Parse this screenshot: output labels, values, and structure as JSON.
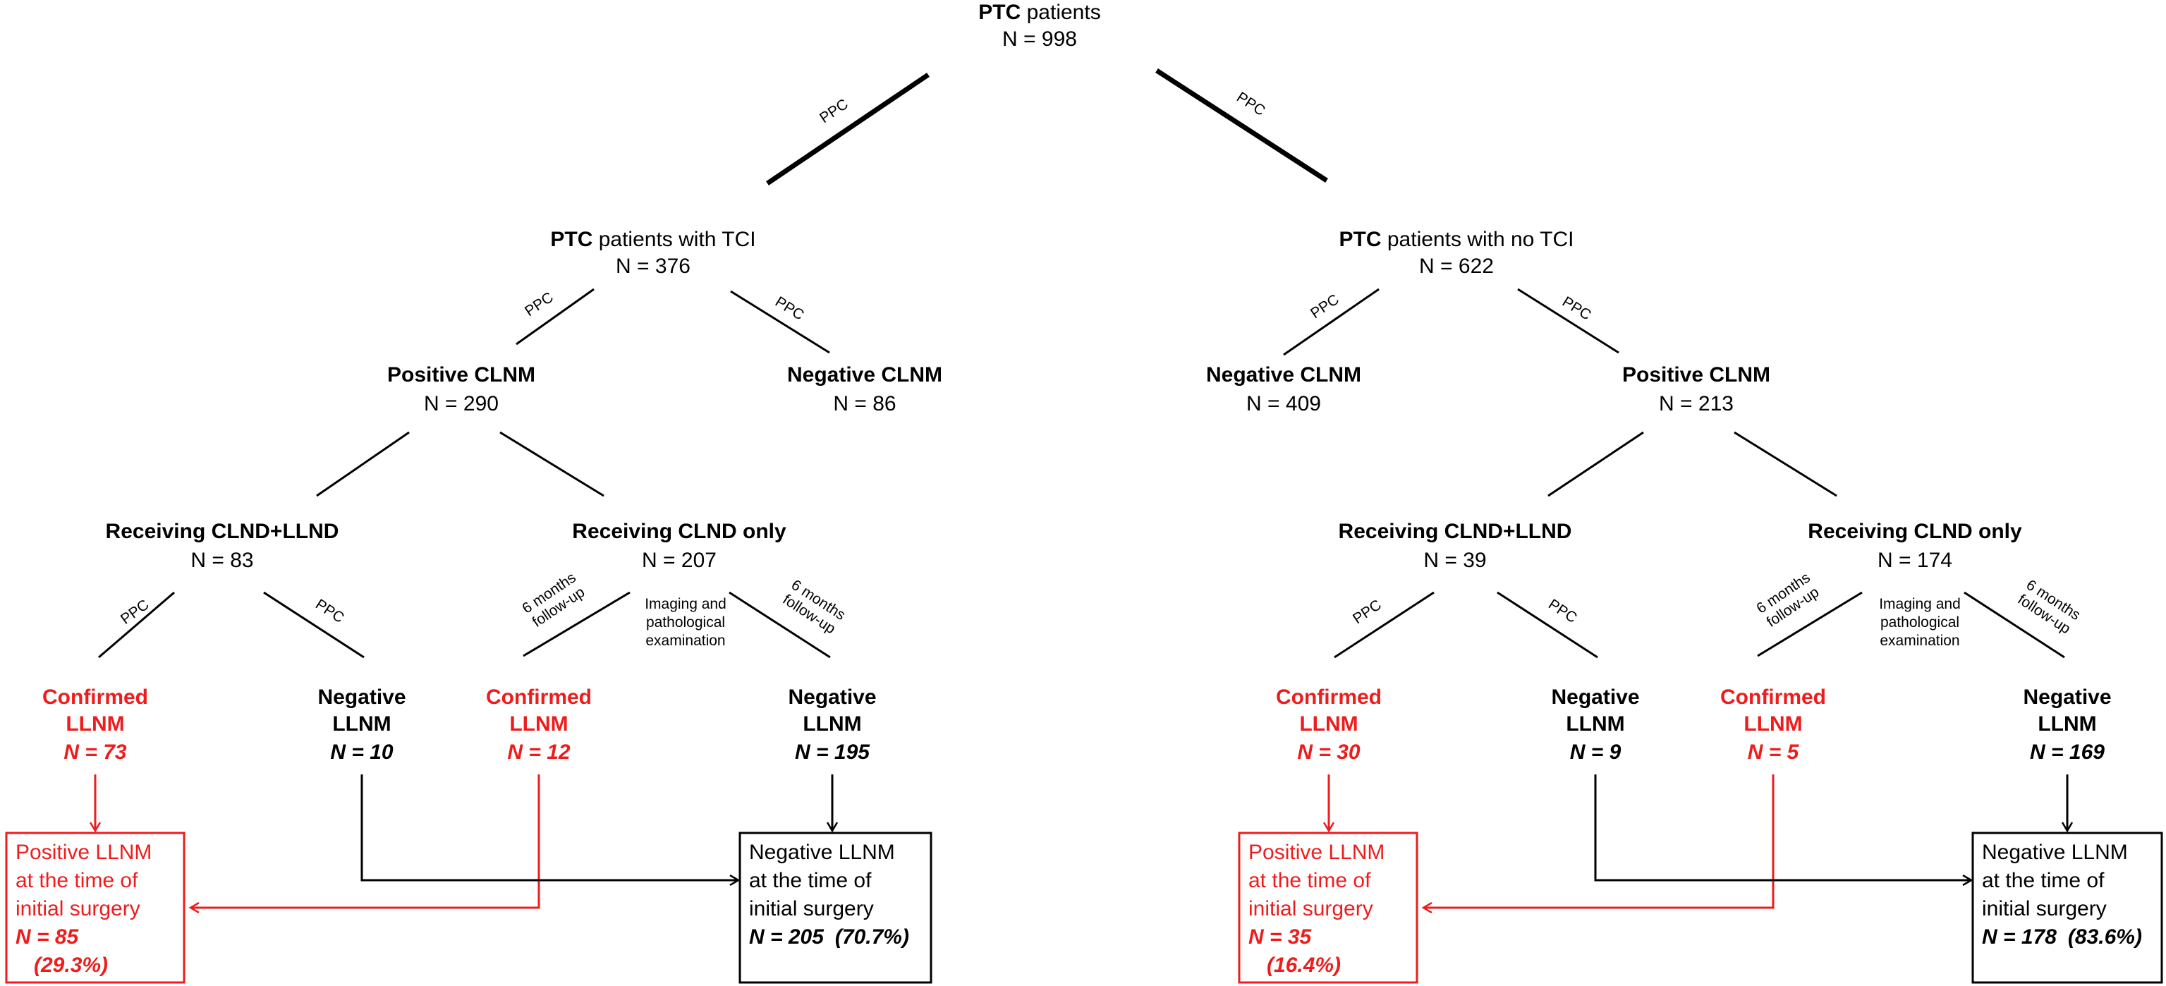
{
  "colors": {
    "confirmed": "#ee1c1c",
    "default": "#000000"
  },
  "root": {
    "bold": "PTC",
    "rest": " patients",
    "n": "N = 998"
  },
  "edge_labels": {
    "ppc": "PPC",
    "follow_up_1": "6 months",
    "follow_up_2": "follow-up",
    "imaging_1": "Imaging and",
    "imaging_2": "pathological",
    "imaging_3": "examination"
  },
  "tci": {
    "title_bold": "PTC",
    "title_rest": " patients with TCI",
    "n": "N = 376",
    "positive": {
      "label": "Positive CLNM",
      "n": "N = 290"
    },
    "negative": {
      "label": "Negative CLNM",
      "n": "N = 86"
    },
    "clnd_llnd": {
      "label": "Receiving CLND+LLND",
      "n": "N = 83"
    },
    "clnd_only": {
      "label": "Receiving CLND only",
      "n": "N = 207"
    },
    "leaf1": {
      "line1": "Confirmed",
      "line2": "LLNM",
      "n": "N = 73"
    },
    "leaf2": {
      "line1": "Negative",
      "line2": "LLNM",
      "n": "N = 10"
    },
    "leaf3": {
      "line1": "Confirmed",
      "line2": "LLNM",
      "n": "N = 12"
    },
    "leaf4": {
      "line1": "Negative",
      "line2": "LLNM",
      "n": "N = 195"
    },
    "pos_box": {
      "l1": "Positive LLNM",
      "l2": "at the time of",
      "l3": "initial surgery",
      "n": "N = 85",
      "pct": "(29.3%)"
    },
    "neg_box": {
      "l1": "Negative LLNM",
      "l2": "at the time of",
      "l3": "initial surgery",
      "n": "N = 205",
      "pct": "(70.7%)"
    }
  },
  "notci": {
    "title_bold": "PTC",
    "title_rest": " patients with no TCI",
    "n": "N = 622",
    "negative": {
      "label": "Negative CLNM",
      "n": "N = 409"
    },
    "positive": {
      "label": "Positive CLNM",
      "n": "N = 213"
    },
    "clnd_llnd": {
      "label": "Receiving CLND+LLND",
      "n": "N = 39"
    },
    "clnd_only": {
      "label": "Receiving CLND only",
      "n": "N = 174"
    },
    "leaf1": {
      "line1": "Confirmed",
      "line2": "LLNM",
      "n": "N = 30"
    },
    "leaf2": {
      "line1": "Negative",
      "line2": "LLNM",
      "n": "N = 9"
    },
    "leaf3": {
      "line1": "Confirmed",
      "line2": "LLNM",
      "n": "N = 5"
    },
    "leaf4": {
      "line1": "Negative",
      "line2": "LLNM",
      "n": "N = 169"
    },
    "pos_box": {
      "l1": "Positive LLNM",
      "l2": "at the time of",
      "l3": "initial surgery",
      "n": "N = 35",
      "pct": "(16.4%)"
    },
    "neg_box": {
      "l1": "Negative LLNM",
      "l2": "at the time of",
      "l3": "initial surgery",
      "n": "N = 178",
      "pct": "(83.6%)"
    }
  }
}
